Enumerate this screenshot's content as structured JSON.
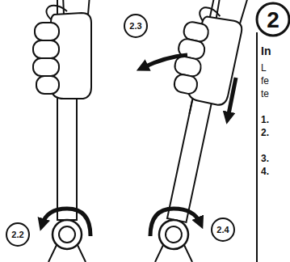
{
  "diagram": {
    "labels": [
      "2.3",
      "2",
      "In",
      "L",
      "fe",
      "te",
      "2.2",
      "2.4",
      "1.",
      "2.",
      "3.",
      "4."
    ]
  }
}
